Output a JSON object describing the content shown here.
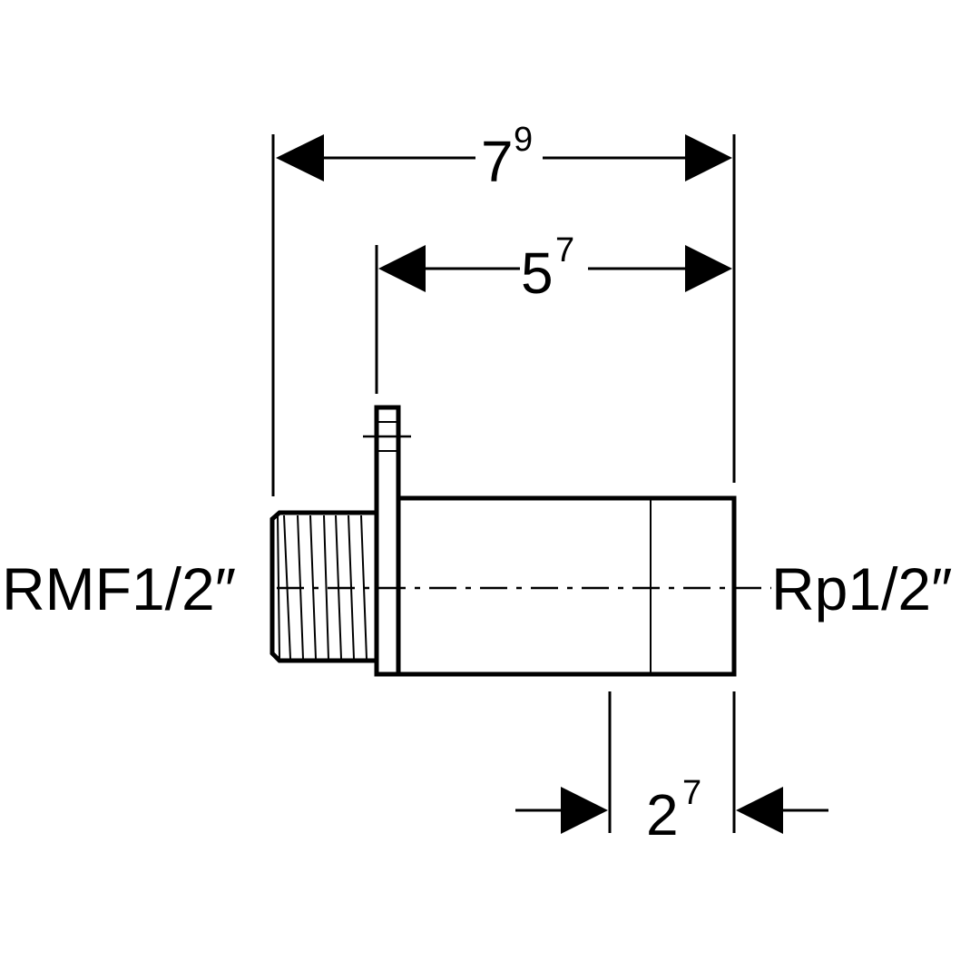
{
  "drawing": {
    "part": "threaded adapter fitting",
    "dimensions": {
      "overall": {
        "main": "7",
        "sup": "9"
      },
      "from_flange": {
        "main": "5",
        "sup": "7"
      },
      "socket_depth": {
        "main": "2",
        "sup": "7"
      }
    },
    "labels": {
      "left_thread": "RMF1/2″",
      "right_thread": "Rp1/2″"
    },
    "colors": {
      "line": "#000000",
      "background": "#ffffff"
    }
  }
}
